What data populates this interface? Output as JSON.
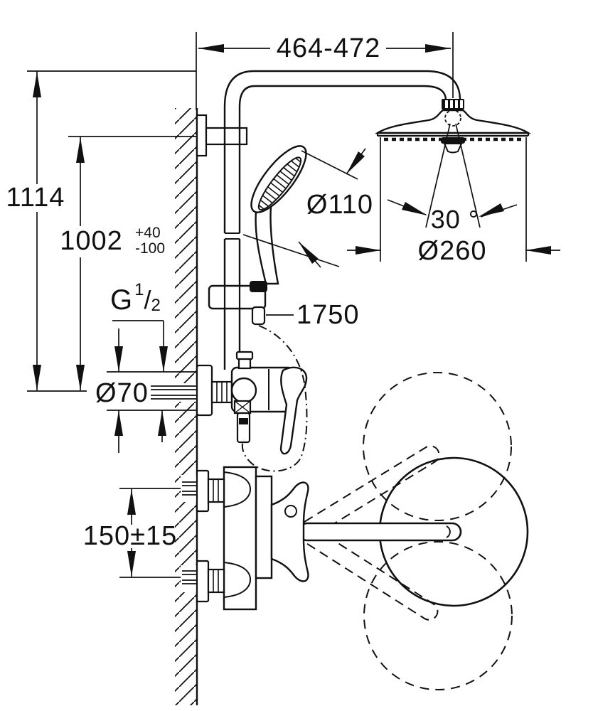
{
  "drawing": {
    "kind": "shower-system-installation-diagram",
    "background": "#ffffff",
    "line_color": "#111111",
    "dimensions": {
      "width_range": "464-472",
      "total_height": "1114",
      "shower_height": "1002",
      "shower_height_tol_plus": "+40",
      "shower_height_tol_minus": "-100",
      "thread_g": "G",
      "thread_frac_num": "1",
      "thread_frac_slash": "/",
      "thread_frac_den": "2",
      "escutcheon_diameter": "Ø70",
      "hose_length": "1750",
      "hand_shower_diameter": "Ø110",
      "head_shower_angle": "30 °",
      "head_shower_diameter": "Ø260",
      "spout_center_distance": "150±15"
    }
  }
}
